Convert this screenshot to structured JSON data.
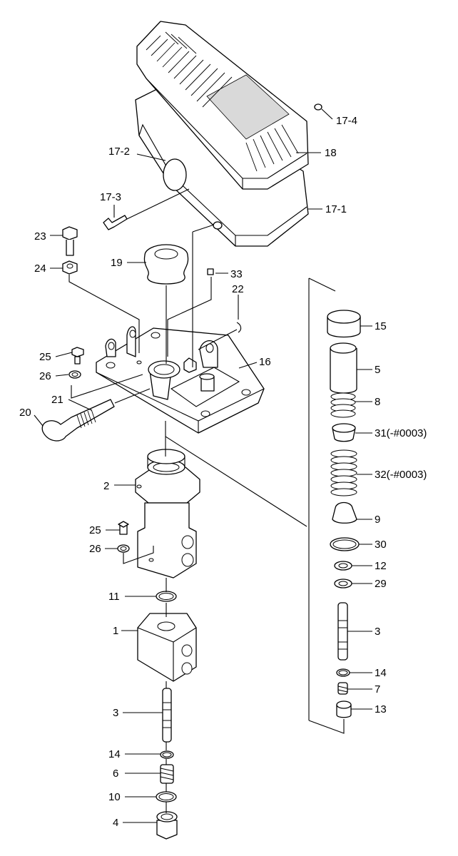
{
  "labels": {
    "l17_4": "17-4",
    "l18": "18",
    "l17_2": "17-2",
    "l17_3": "17-3",
    "l17_1": "17-1",
    "l23": "23",
    "l24": "24",
    "l19": "19",
    "l33": "33",
    "l22": "22",
    "l25a": "25",
    "l26a": "26",
    "l16": "16",
    "l21": "21",
    "l20": "20",
    "l2": "2",
    "l25b": "25",
    "l26b": "26",
    "l11": "11",
    "l1": "1",
    "l3a": "3",
    "l14a": "14",
    "l6": "6",
    "l10": "10",
    "l4": "4",
    "l15": "15",
    "l5": "5",
    "l8": "8",
    "l31": "31(-#0003)",
    "l32": "32(-#0003)",
    "l9": "9",
    "l30": "30",
    "l12": "12",
    "l29": "29",
    "l3b": "3",
    "l14b": "14",
    "l7": "7",
    "l13": "13"
  }
}
